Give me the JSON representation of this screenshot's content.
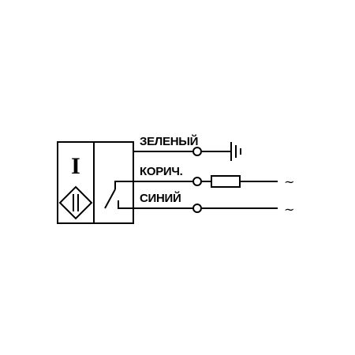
{
  "colors": {
    "line": "#000000",
    "background": "#ffffff"
  },
  "sensor": {
    "type_letter": "I",
    "target_icon": "inductive-target-icon",
    "switch_icon": "normally-open-contact-icon"
  },
  "wires": [
    {
      "label": "ЗЕЛЕНЫЙ",
      "termination": "ground-icon"
    },
    {
      "label": "КОРИЧ.",
      "termination": "resistor-load-icon",
      "end_symbol": "~"
    },
    {
      "label": "СИНИЙ",
      "termination": "none",
      "end_symbol": "~"
    }
  ]
}
